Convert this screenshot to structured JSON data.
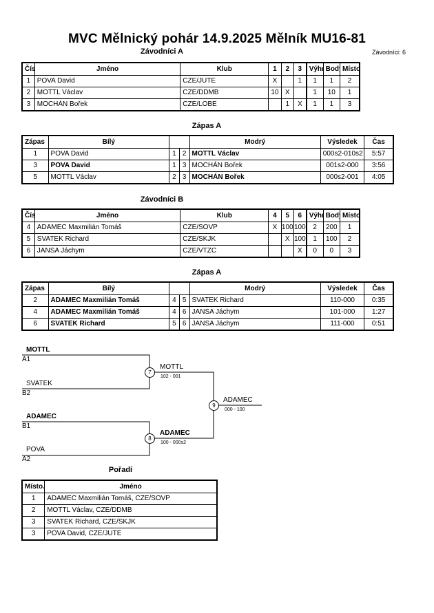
{
  "header": {
    "title": "MVC Mělnický pohár  14.9.2025  Mělník   MU16-81",
    "pool_a_title": "Závodníci A",
    "competitors_count": "Závodníci: 6"
  },
  "pool_a": {
    "columns": [
      "Číslo",
      "Jméno",
      "Klub",
      "1",
      "2",
      "3",
      "Výhry",
      "Body",
      "Místo."
    ],
    "rows": [
      {
        "num": "1",
        "name": "POVA David",
        "club": "CZE/JUTE",
        "r1": "X",
        "r2": "",
        "r3": "1",
        "wins": "1",
        "points": "1",
        "place": "2"
      },
      {
        "num": "2",
        "name": "MOTTL Václav",
        "club": "CZE/DDMB",
        "r1": "10",
        "r2": "X",
        "r3": "",
        "wins": "1",
        "points": "10",
        "place": "1"
      },
      {
        "num": "3",
        "name": "MOCHÁN Bořek",
        "club": "CZE/LOBE",
        "r1": "",
        "r2": "1",
        "r3": "X",
        "wins": "1",
        "points": "1",
        "place": "3"
      }
    ]
  },
  "matches_a": {
    "title": "Zápas A",
    "columns": [
      "Zápas",
      "Bílý",
      "Modrý",
      "Výsledek",
      "Čas"
    ],
    "rows": [
      {
        "match": "1",
        "white": "POVA David",
        "w": "1",
        "b": "2",
        "blue": "MOTTL Václav",
        "result": "000s2-010s2",
        "time": "5:57"
      },
      {
        "match": "3",
        "white": "POVA David",
        "w": "1",
        "b": "3",
        "blue": "MOCHÁN Bořek",
        "result": "001s2-000",
        "time": "3:56"
      },
      {
        "match": "5",
        "white": "MOTTL Václav",
        "w": "2",
        "b": "3",
        "blue": "MOCHÁN Bořek",
        "result": "000s2-001",
        "time": "4:05"
      }
    ]
  },
  "pool_b": {
    "title": "Závodníci B",
    "columns": [
      "Číslo",
      "Jméno",
      "Klub",
      "4",
      "5",
      "6",
      "Výhry",
      "Body",
      "Místo."
    ],
    "rows": [
      {
        "num": "4",
        "name": "ADAMEC Maxmilián Tomáš",
        "club": "CZE/SOVP",
        "r1": "X",
        "r2": "100",
        "r3": "100",
        "wins": "2",
        "points": "200",
        "place": "1"
      },
      {
        "num": "5",
        "name": "SVATEK Richard",
        "club": "CZE/SKJK",
        "r1": "",
        "r2": "X",
        "r3": "100",
        "wins": "1",
        "points": "100",
        "place": "2"
      },
      {
        "num": "6",
        "name": "JANSA Jáchym",
        "club": "CZE/VTZC",
        "r1": "",
        "r2": "",
        "r3": "X",
        "wins": "0",
        "points": "0",
        "place": "3"
      }
    ]
  },
  "matches_b": {
    "title": "Zápas A",
    "columns": [
      "Zápas",
      "Bílý",
      "Modrý",
      "Výsledek",
      "Čas"
    ],
    "rows": [
      {
        "match": "2",
        "white": "ADAMEC Maxmilián Tomáš",
        "w": "4",
        "b": "5",
        "blue": "SVATEK Richard",
        "result": "110-000",
        "time": "0:35"
      },
      {
        "match": "4",
        "white": "ADAMEC Maxmilián Tomáš",
        "w": "4",
        "b": "6",
        "blue": "JANSA Jáchym",
        "result": "101-000",
        "time": "1:27"
      },
      {
        "match": "6",
        "white": "SVATEK Richard",
        "w": "5",
        "b": "6",
        "blue": "JANSA Jáchym",
        "result": "111-000",
        "time": "0:51"
      }
    ]
  },
  "bracket": {
    "p1": "MOTTL",
    "p1_seed": "A1",
    "p2": "SVATEK",
    "p2_seed": "B2",
    "p3": "ADAMEC",
    "p3_seed": "B1",
    "p4": "POVA",
    "p4_seed": "A2",
    "m7": "7",
    "m7_winner": "MOTTL",
    "m7_score": "102 - 001",
    "m8": "8",
    "m8_winner": "ADAMEC",
    "m8_score": "100 - 000s2",
    "m9": "9",
    "m9_winner": "ADAMEC",
    "m9_score": "000 - 100"
  },
  "ranking": {
    "title": "Pořadí",
    "columns": [
      "Místo.",
      "Jméno"
    ],
    "rows": [
      {
        "place": "1",
        "name": "ADAMEC Maxmilián Tomáš, CZE/SOVP"
      },
      {
        "place": "2",
        "name": "MOTTL Václav, CZE/DDMB"
      },
      {
        "place": "3",
        "name": "SVATEK Richard, CZE/SKJK"
      },
      {
        "place": "3",
        "name": "POVA David, CZE/JUTE"
      }
    ]
  }
}
